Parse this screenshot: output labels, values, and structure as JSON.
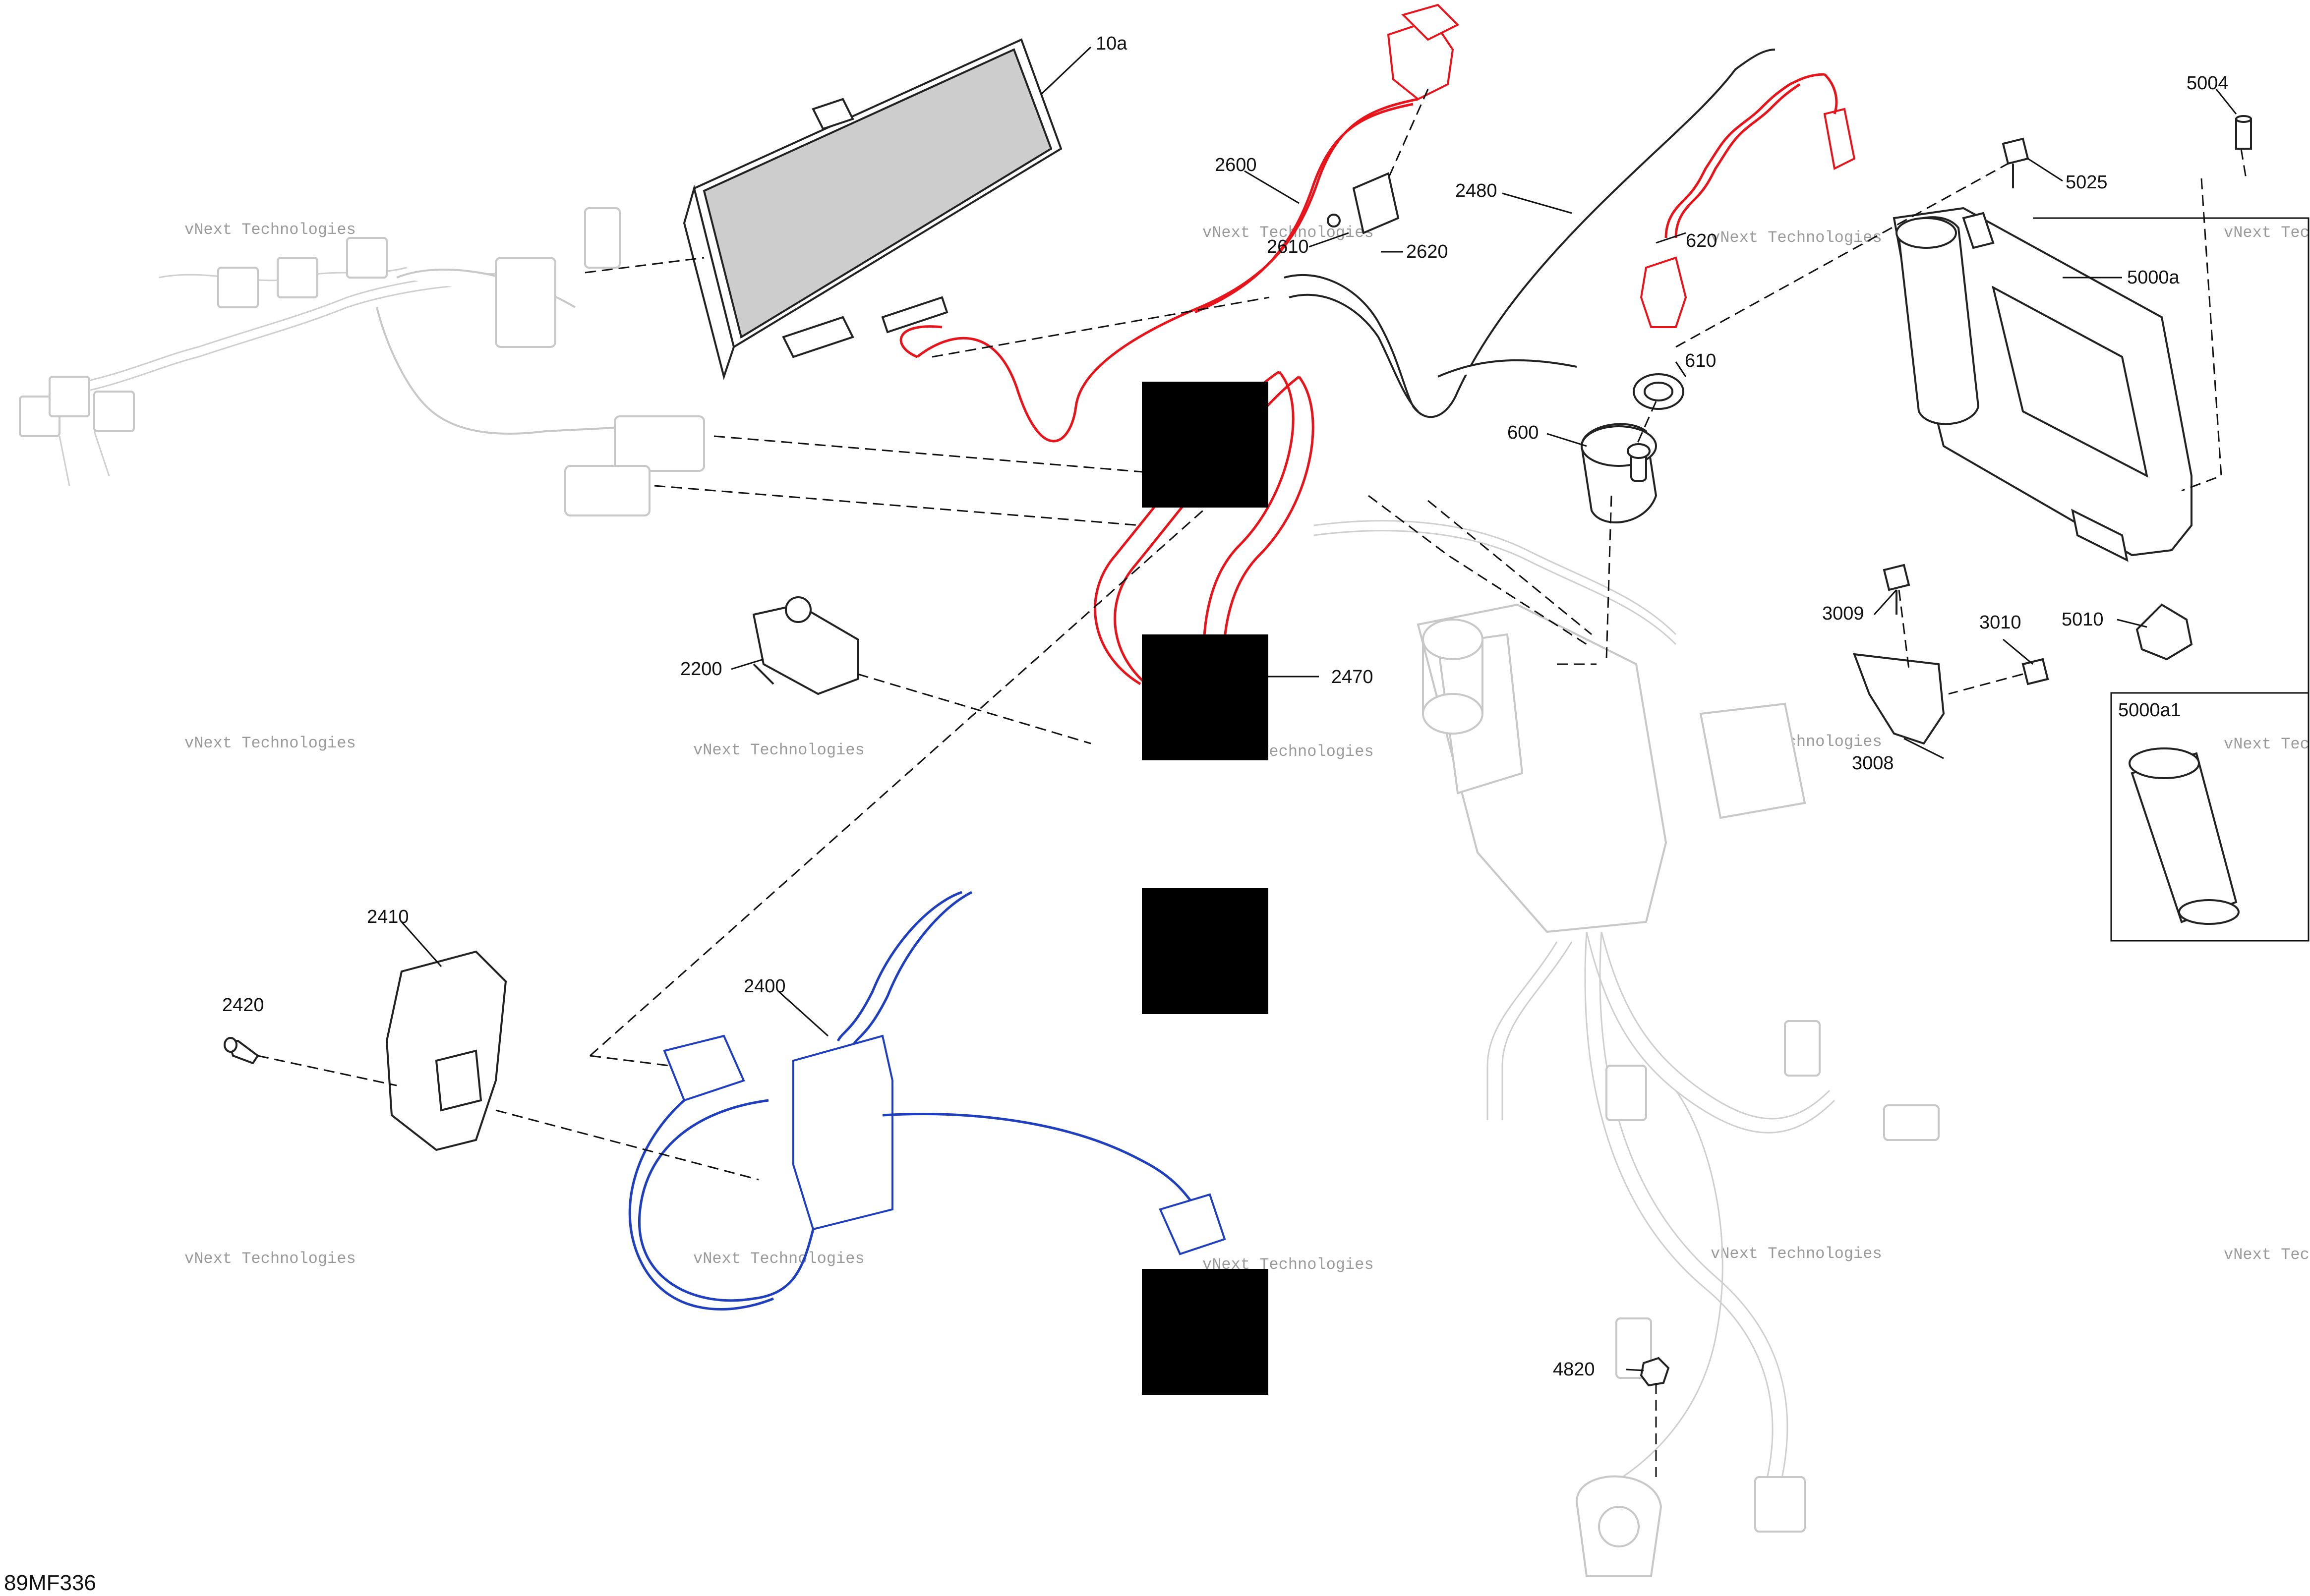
{
  "diagram": {
    "reference_code": "89MF336",
    "watermark_text": "vNext Technologies",
    "colors": {
      "highlight_red": "#e8141b",
      "highlight_blue": "#1f3fbf",
      "ghost_gray": "#c8c8c8",
      "line": "#111111"
    },
    "callouts": [
      {
        "id": "10a",
        "label": "10a"
      },
      {
        "id": "2600",
        "label": "2600"
      },
      {
        "id": "2610",
        "label": "2610"
      },
      {
        "id": "2620",
        "label": "2620"
      },
      {
        "id": "2480",
        "label": "2480"
      },
      {
        "id": "620",
        "label": "620"
      },
      {
        "id": "610",
        "label": "610"
      },
      {
        "id": "600",
        "label": "600"
      },
      {
        "id": "5004",
        "label": "5004"
      },
      {
        "id": "5025",
        "label": "5025"
      },
      {
        "id": "5000a",
        "label": "5000a"
      },
      {
        "id": "3009",
        "label": "3009"
      },
      {
        "id": "3010",
        "label": "3010"
      },
      {
        "id": "5010",
        "label": "5010"
      },
      {
        "id": "3008",
        "label": "3008"
      },
      {
        "id": "5000a1",
        "label": "5000a1"
      },
      {
        "id": "2470",
        "label": "2470"
      },
      {
        "id": "2200",
        "label": "2200"
      },
      {
        "id": "2410",
        "label": "2410"
      },
      {
        "id": "2420",
        "label": "2420"
      },
      {
        "id": "2400",
        "label": "2400"
      },
      {
        "id": "4820",
        "label": "4820"
      }
    ]
  }
}
